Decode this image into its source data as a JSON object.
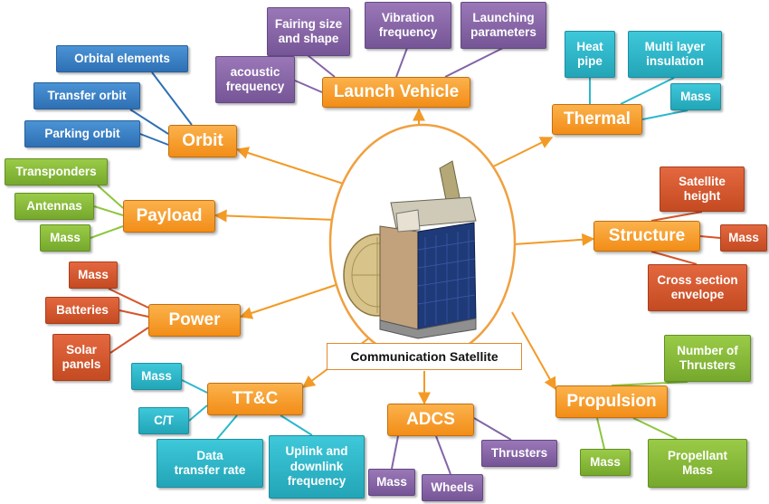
{
  "center": {
    "label": "Communication Satellite"
  },
  "colors": {
    "orange": "#f39a26",
    "blue": "#2f6fb4",
    "green": "#8cc63f",
    "red": "#d4552c",
    "cyan": "#2bb8cb",
    "purple": "#8364a6"
  },
  "categories": [
    {
      "id": "launch-vehicle",
      "label": "Launch Vehicle",
      "color": "orange",
      "items": [
        {
          "label": "Fairing size\nand shape",
          "color": "purple"
        },
        {
          "label": "Vibration\nfrequency",
          "color": "purple"
        },
        {
          "label": "Launching\nparameters",
          "color": "purple"
        },
        {
          "label": "acoustic\nfrequency",
          "color": "purple"
        }
      ]
    },
    {
      "id": "thermal",
      "label": "Thermal",
      "color": "orange",
      "items": [
        {
          "label": "Heat\npipe",
          "color": "cyan"
        },
        {
          "label": "Multi layer\ninsulation",
          "color": "cyan"
        },
        {
          "label": "Mass",
          "color": "cyan"
        }
      ]
    },
    {
      "id": "orbit",
      "label": "Orbit",
      "color": "orange",
      "items": [
        {
          "label": "Orbital elements",
          "color": "blue"
        },
        {
          "label": "Transfer orbit",
          "color": "blue"
        },
        {
          "label": "Parking orbit",
          "color": "blue"
        }
      ]
    },
    {
      "id": "payload",
      "label": "Payload",
      "color": "orange",
      "items": [
        {
          "label": "Transponders",
          "color": "green"
        },
        {
          "label": "Antennas",
          "color": "green"
        },
        {
          "label": "Mass",
          "color": "green"
        }
      ]
    },
    {
      "id": "structure",
      "label": "Structure",
      "color": "orange",
      "items": [
        {
          "label": "Satellite\nheight",
          "color": "red"
        },
        {
          "label": "Mass",
          "color": "red"
        },
        {
          "label": "Cross section\nenvelope",
          "color": "red"
        }
      ]
    },
    {
      "id": "power",
      "label": "Power",
      "color": "orange",
      "items": [
        {
          "label": "Mass",
          "color": "red"
        },
        {
          "label": "Batteries",
          "color": "red"
        },
        {
          "label": "Solar\npanels",
          "color": "red"
        }
      ]
    },
    {
      "id": "ttc",
      "label": "TT&C",
      "color": "orange",
      "items": [
        {
          "label": "Mass",
          "color": "cyan"
        },
        {
          "label": "C/T",
          "color": "cyan"
        },
        {
          "label": "Data\ntransfer rate",
          "color": "cyan"
        },
        {
          "label": "Uplink  and\ndownlink\nfrequency",
          "color": "cyan"
        }
      ]
    },
    {
      "id": "adcs",
      "label": "ADCS",
      "color": "orange",
      "items": [
        {
          "label": "Thrusters",
          "color": "purple"
        },
        {
          "label": "Mass",
          "color": "purple"
        },
        {
          "label": "Wheels",
          "color": "purple"
        }
      ]
    },
    {
      "id": "propulsion",
      "label": "Propulsion",
      "color": "orange",
      "items": [
        {
          "label": "Number of\nThrusters",
          "color": "green"
        },
        {
          "label": "Mass",
          "color": "green"
        },
        {
          "label": "Propellant\nMass",
          "color": "green"
        }
      ]
    }
  ]
}
